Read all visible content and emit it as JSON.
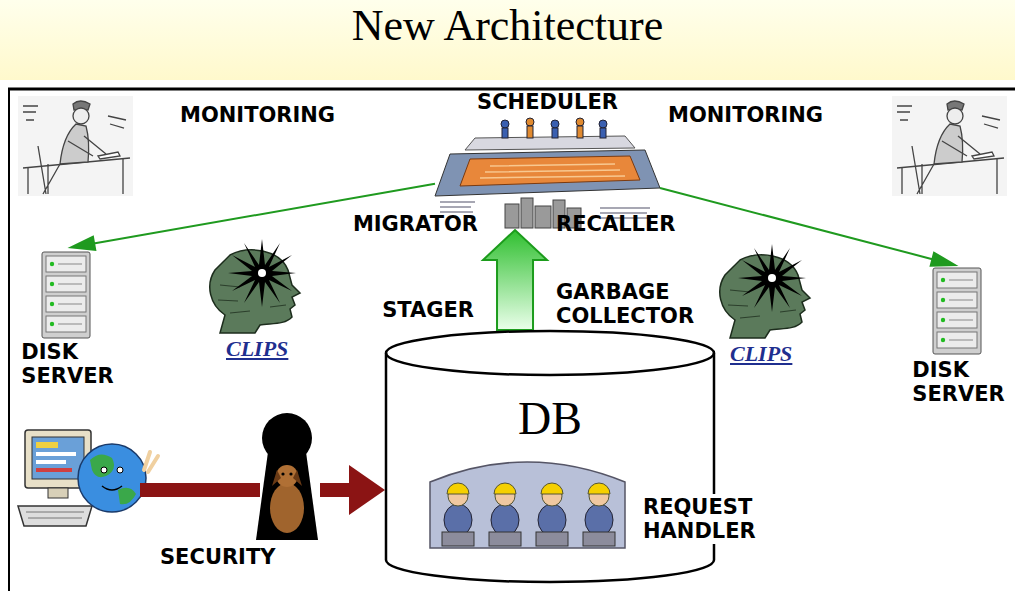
{
  "diagram": {
    "title": "New Architecture",
    "nodes": [
      {
        "text": [
          "SCHEDULER"
        ]
      },
      {
        "text": [
          "DISK SERVER"
        ]
      },
      {
        "text": [
          "DISK SERVER"
        ]
      },
      {
        "text": [
          "DB"
        ]
      },
      {
        "text": [
          "SECURITY"
        ]
      }
    ],
    "edges": [
      {
        "from": 0,
        "to": 1,
        "arrow": "to"
      },
      {
        "from": 0,
        "to": 2,
        "arrow": "to"
      },
      {
        "from": 3,
        "to": 0,
        "arrow": "to"
      },
      {
        "from": 4,
        "to": 3,
        "arrow": "to"
      }
    ],
    "labels": [
      "MONITORING",
      "MONITORING",
      "MIGRATOR",
      "RECALLER",
      "STAGER",
      "GARBAGE COLLECTOR",
      "CLIPS",
      "CLIPS",
      "REQUEST HANDLER"
    ]
  }
}
